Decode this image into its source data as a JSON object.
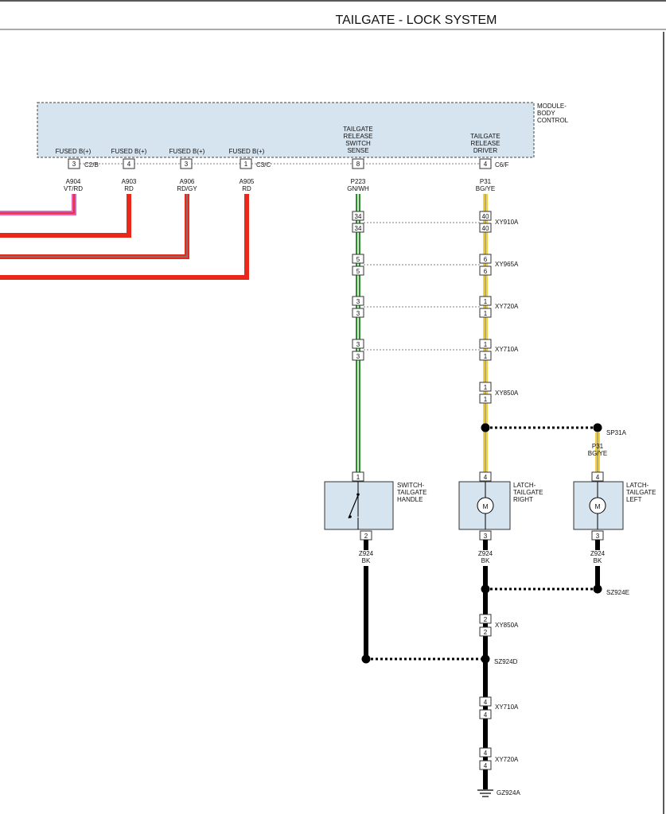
{
  "header": {
    "title": "TAILGATE - LOCK SYSTEM"
  },
  "module": {
    "label_lines": [
      "MODULE-",
      "BODY",
      "CONTROL"
    ],
    "pin_labels": [
      "FUSED B(+)",
      "FUSED B(+)",
      "FUSED B(+)",
      "FUSED B(+)"
    ],
    "sense_lines": [
      "TAILGATE",
      "RELEASE",
      "SWITCH",
      "SENSE"
    ],
    "driver_lines": [
      "TAILGATE",
      "RELEASE",
      "DRIVER"
    ],
    "pins": [
      "3",
      "4",
      "3",
      "1",
      "8",
      "4"
    ],
    "connectors": [
      "C2/B",
      "C3/C",
      "C6/F"
    ]
  },
  "wires": {
    "a904": [
      "A904",
      "VT/RD"
    ],
    "a903": [
      "A903",
      "RD"
    ],
    "a906": [
      "A906",
      "RD/GY"
    ],
    "a905": [
      "A905",
      "RD"
    ],
    "p223": [
      "P223",
      "GN/WH"
    ],
    "p31": [
      "P31",
      "BG/YE"
    ],
    "p31b": [
      "P31",
      "BG/YE"
    ],
    "z924_switch": [
      "Z924",
      "BK"
    ],
    "z924_right": [
      "Z924",
      "BK"
    ],
    "z924_left": [
      "Z924",
      "BK"
    ]
  },
  "inline_connectors": [
    {
      "name": "XY910A",
      "left": [
        "34",
        "34"
      ],
      "right": [
        "40",
        "40"
      ]
    },
    {
      "name": "XY965A",
      "left": [
        "5",
        "5"
      ],
      "right": [
        "6",
        "6"
      ]
    },
    {
      "name": "XY720A",
      "left": [
        "3",
        "3"
      ],
      "right": [
        "1",
        "1"
      ]
    },
    {
      "name": "XY710A",
      "left": [
        "3",
        "3"
      ],
      "right": [
        "1",
        "1"
      ]
    },
    {
      "name": "XY850A",
      "right": [
        "1",
        "1"
      ]
    }
  ],
  "lower_connectors": [
    {
      "name": "XY850A",
      "pins": [
        "2",
        "2"
      ]
    },
    {
      "name": "XY710A",
      "pins": [
        "4",
        "4"
      ]
    },
    {
      "name": "XY720A",
      "pins": [
        "4",
        "4"
      ]
    }
  ],
  "splices": [
    "SP31A",
    "SZ924E",
    "SZ924D"
  ],
  "ground": "GZ924A",
  "components": {
    "switch": {
      "lines": [
        "SWITCH-",
        "TAILGATE",
        "HANDLE"
      ],
      "pins": [
        "1",
        "2"
      ]
    },
    "latch_right": {
      "lines": [
        "LATCH-",
        "TAILGATE",
        "RIGHT"
      ],
      "pins": [
        "4",
        "3"
      ],
      "motor": "M"
    },
    "latch_left": {
      "lines": [
        "LATCH-",
        "TAILGATE",
        "LEFT"
      ],
      "pins": [
        "4",
        "3"
      ],
      "motor": "M"
    }
  },
  "colors": {
    "module_fill": "#d6e4f0",
    "component_fill": "#d6e4f0",
    "red": "#e8281a",
    "pink": "#e060c0",
    "gray": "#7a7a7a",
    "green": "#2e8b2e",
    "yellow": "#f2d23c",
    "black": "#000000"
  }
}
